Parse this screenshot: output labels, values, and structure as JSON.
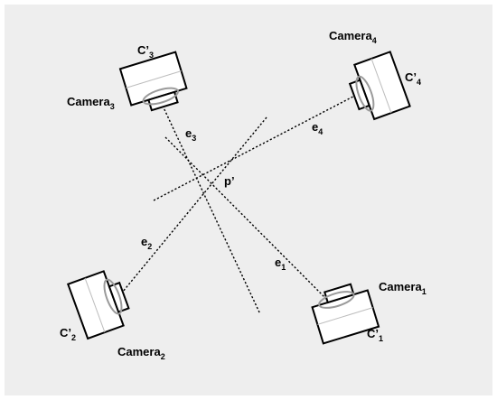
{
  "diagram": {
    "background": "#eeeeee",
    "point_label": "p’",
    "cameras": [
      {
        "name": "Camera",
        "index": "1",
        "center_label": "C’",
        "center_index": "1",
        "epipole_label": "e",
        "epipole_index": "1"
      },
      {
        "name": "Camera",
        "index": "2",
        "center_label": "C’",
        "center_index": "2",
        "epipole_label": "e",
        "epipole_index": "2"
      },
      {
        "name": "Camera",
        "index": "3",
        "center_label": "C’",
        "center_index": "3",
        "epipole_label": "e",
        "epipole_index": "3"
      },
      {
        "name": "Camera",
        "index": "4",
        "center_label": "C’",
        "center_index": "4",
        "epipole_label": "e",
        "epipole_index": "4"
      }
    ]
  }
}
